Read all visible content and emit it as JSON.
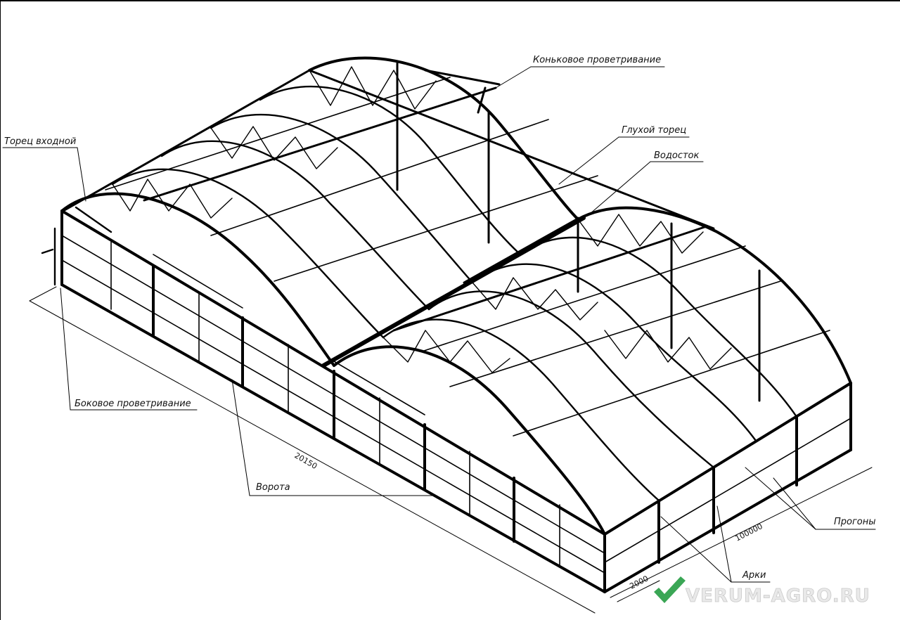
{
  "labels": {
    "ridge_vent": "Коньковое проветривание",
    "blind_end": "Глухой торец",
    "gutter": "Водосток",
    "entrance_end": "Торец входной",
    "side_vent": "Боковое проветривание",
    "gate": "Ворота",
    "purlins": "Прогоны",
    "arches": "Арки"
  },
  "dimensions": {
    "length": "20150",
    "width": "100000",
    "spacing": "2000"
  },
  "watermark": {
    "text": "VERUM-AGRO.RU",
    "logo_color": "#3aa655"
  }
}
